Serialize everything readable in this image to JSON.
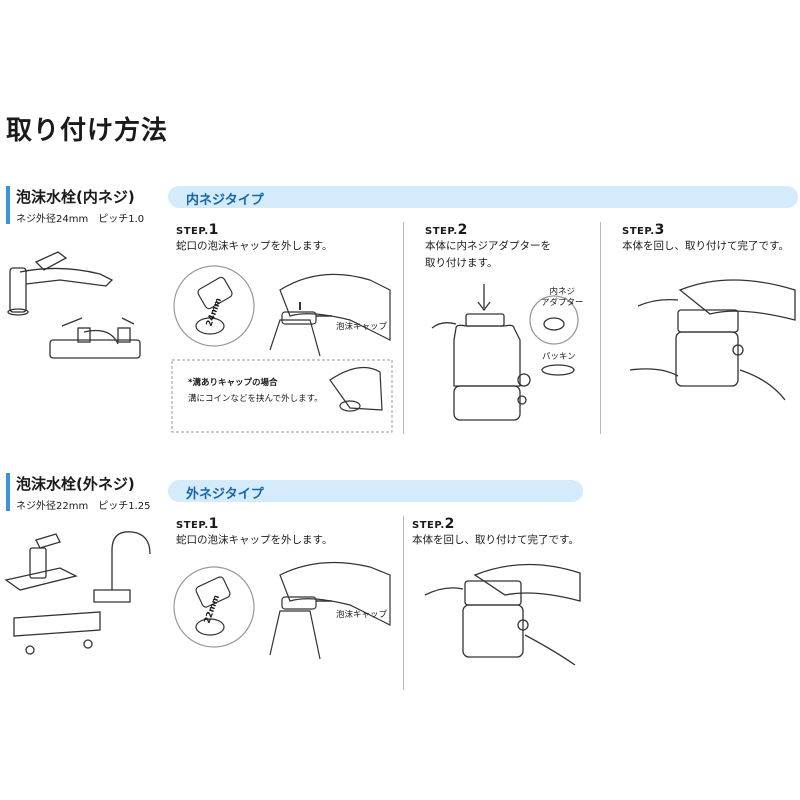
{
  "page_title": "取り付け方法",
  "sections": [
    {
      "title": "泡沫水栓(内ネジ)",
      "spec": "ネジ外径24mm　ピッチ1.0",
      "type_label": "内ネジタイプ",
      "steps": [
        {
          "no_prefix": "STEP.",
          "no": "1",
          "text": "蛇口の泡沫キャップを外します。"
        },
        {
          "no_prefix": "STEP.",
          "no": "2",
          "text": "本体に内ネジアダプターを\n取り付けます。"
        },
        {
          "no_prefix": "STEP.",
          "no": "3",
          "text": "本体を回し、取り付けて完了です。"
        }
      ],
      "labels": {
        "size": "24mm",
        "cap": "泡沫キャップ",
        "adapter": "内ネジ\nアダプター",
        "packing": "パッキン"
      },
      "note": {
        "title": "*溝ありキャップの場合",
        "text": "溝にコインなどを挟んで外します。"
      }
    },
    {
      "title": "泡沫水栓(外ネジ)",
      "spec": "ネジ外径22mm　ピッチ1.25",
      "type_label": "外ネジタイプ",
      "steps": [
        {
          "no_prefix": "STEP.",
          "no": "1",
          "text": "蛇口の泡沫キャップを外します。"
        },
        {
          "no_prefix": "STEP.",
          "no": "2",
          "text": "本体を回し、取り付けて完了です。"
        }
      ],
      "labels": {
        "size": "22mm",
        "cap": "泡沫キャップ"
      }
    }
  ],
  "colors": {
    "accent": "#3a93d6",
    "band": "#d3ebfa",
    "band_text": "#1565a8"
  }
}
